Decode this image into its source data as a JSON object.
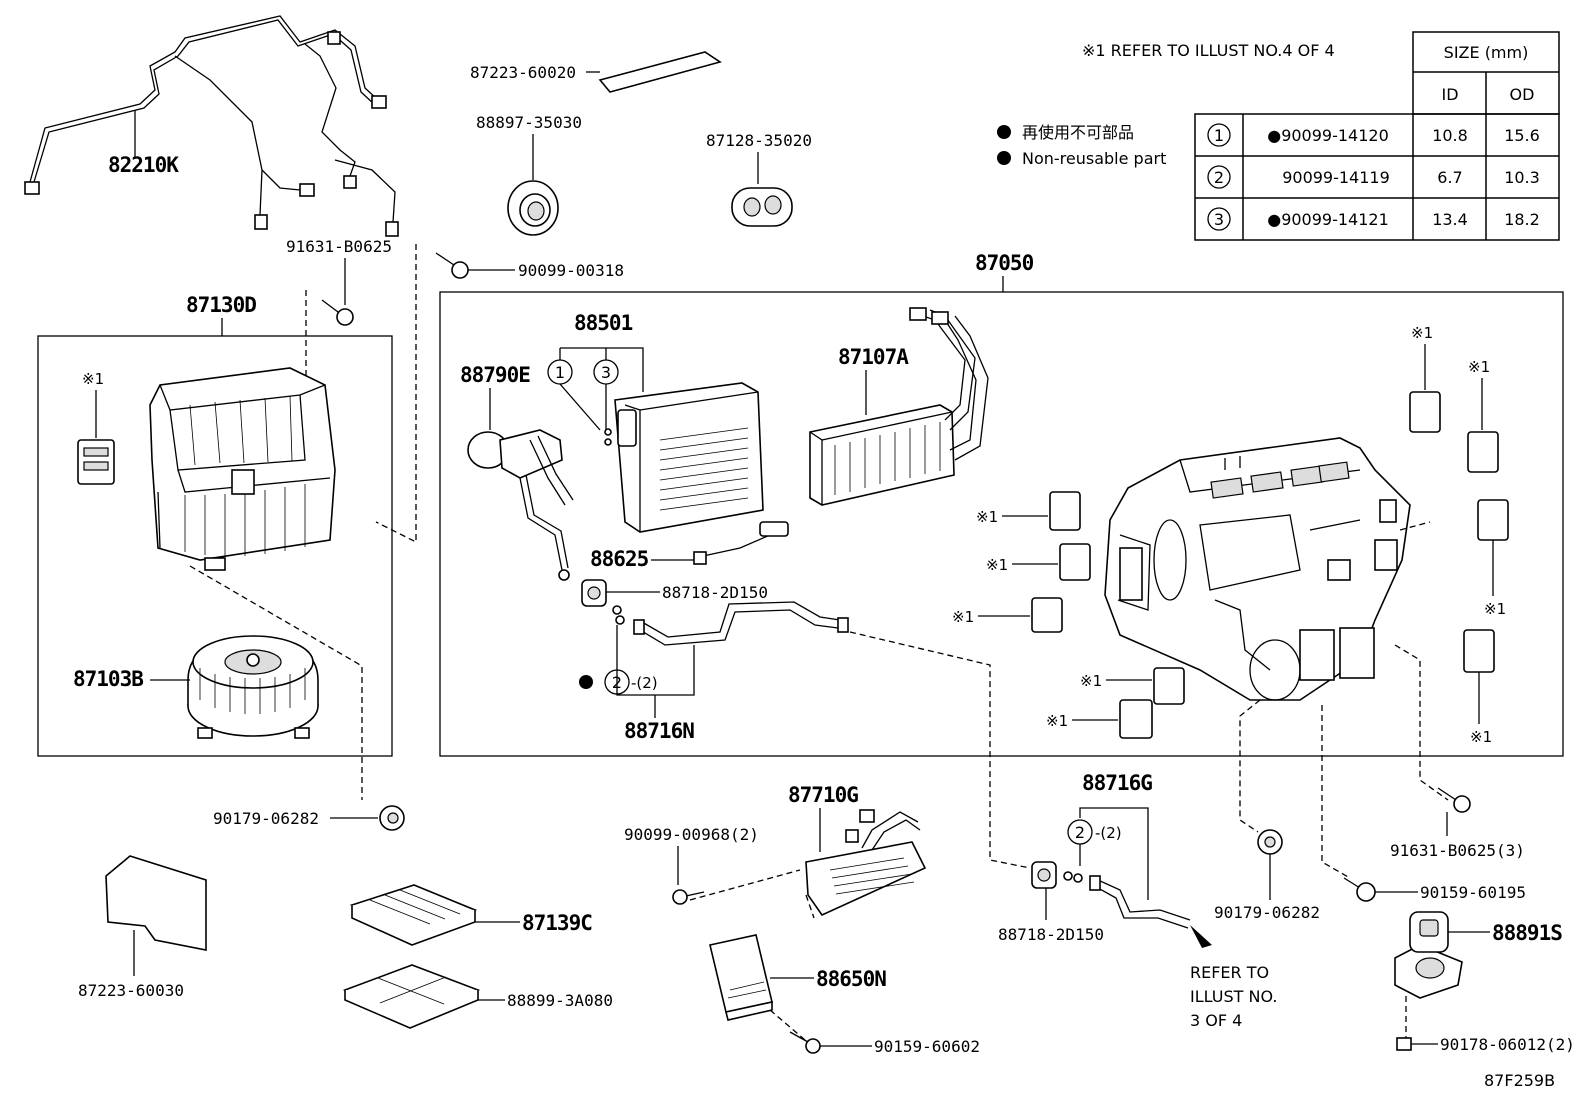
{
  "diagram_code": "87F259B",
  "note_refer": "※1 REFER TO ILLUST NO.4 OF 4",
  "legend": {
    "jp": "再使用不可部品",
    "en": "Non-reusable part"
  },
  "size_table": {
    "header": "SIZE (mm)",
    "id_label": "ID",
    "od_label": "OD",
    "rows": [
      {
        "no": "1",
        "part": "●90099-14120",
        "id": "10.8",
        "od": "15.6"
      },
      {
        "no": "2",
        "part": "90099-14119",
        "id": "6.7",
        "od": "10.3"
      },
      {
        "no": "3",
        "part": "●90099-14121",
        "id": "13.4",
        "od": "18.2"
      }
    ]
  },
  "labels": {
    "p82210K": "82210K",
    "p91631_B0625": "91631-B0625",
    "p90099_00318": "90099-00318",
    "p87223_60020": "87223-60020",
    "p88897_35030": "88897-35030",
    "p87128_35020": "87128-35020",
    "p87130D": "87130D",
    "p87050": "87050",
    "p88501": "88501",
    "p87107A": "87107A",
    "p88790E": "88790E",
    "p88625": "88625",
    "p88718_2D150": "88718-2D150",
    "p88716N": "88716N",
    "p87103B": "87103B",
    "p90179_06282a": "90179-06282",
    "p87710G": "87710G",
    "p90099_00968": "90099-00968(2)",
    "p88716G": "88716G",
    "p91631_B0625_3": "91631-B0625(3)",
    "p90159_60195": "90159-60195",
    "p90179_06282b": "90179-06282",
    "p88718_2D150b": "88718-2D150",
    "p87139C": "87139C",
    "p88899_3A080": "88899-3A080",
    "p88650N": "88650N",
    "p90159_60602": "90159-60602",
    "p87223_60030": "87223-60030",
    "p88891S": "88891S",
    "p90178_06012": "90178-06012(2)",
    "qty2": "-(2)",
    "qty2b": "-(2)",
    "circ1": "1",
    "circ2": "2",
    "circ3": "3",
    "circ2b": "2",
    "circ2c": "2",
    "ref1": "※1",
    "refer_to": "REFER TO",
    "illust_no": "ILLUST NO.",
    "three_of_four": "3 OF 4"
  }
}
